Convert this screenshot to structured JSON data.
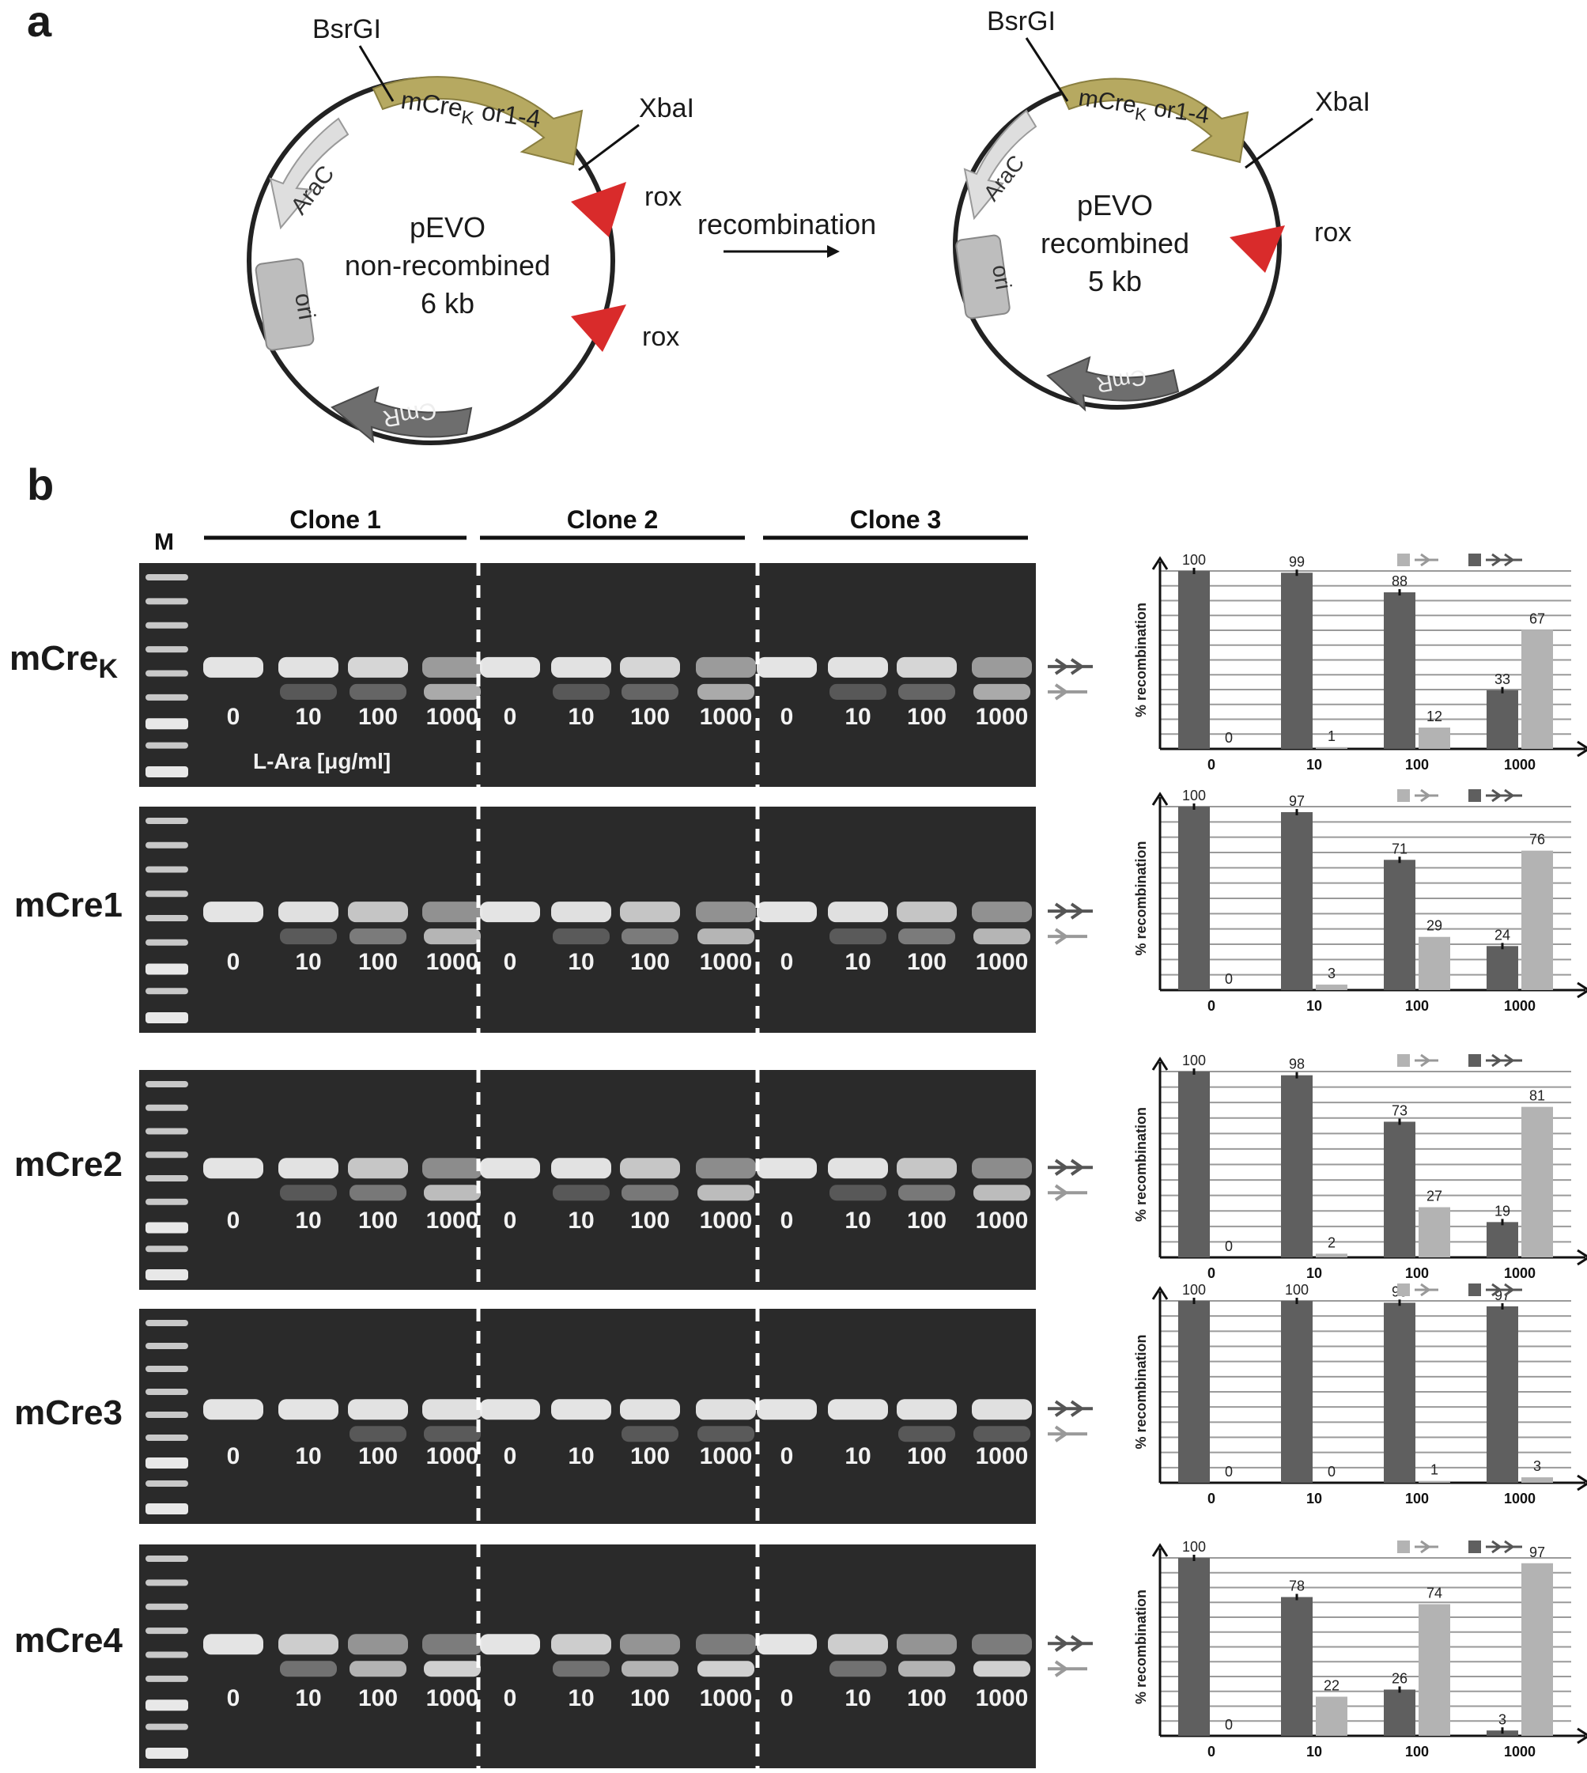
{
  "panel_a": {
    "letter": "a",
    "arrow_label": "recombination",
    "plasmid_left": {
      "name": "pEVO",
      "state": "non-recombined",
      "size": "6 kb",
      "site_5": "BsrGI",
      "site_3": "XbaI",
      "gene_main_prefix": "mCre",
      "gene_main_sub": "K",
      "gene_main_suffix": " or1-4",
      "araC": "AraC",
      "ori": "ori",
      "cmr": "CmR",
      "rox1": "rox",
      "rox2": "rox"
    },
    "plasmid_right": {
      "name": "pEVO",
      "state": "recombined",
      "size": "5 kb",
      "site_5": "BsrGI",
      "site_3": "XbaI",
      "gene_main_prefix": "mCre",
      "gene_main_sub": "K",
      "gene_main_suffix": " or1-4",
      "araC": "AraC",
      "ori": "ori",
      "cmr": "CmR",
      "rox1": "rox"
    },
    "colors": {
      "gene": "#b6a961",
      "araC": "#d9d9d9",
      "ori": "#bdbdbd",
      "cmr": "#6e6e6e",
      "rox": "#d92b2b"
    }
  },
  "panel_b": {
    "letter": "b",
    "marker_label": "M",
    "clones": [
      "Clone 1",
      "Clone 2",
      "Clone 3"
    ],
    "lane_labels": [
      "0",
      "10",
      "100",
      "1000"
    ],
    "concentration_label": "L-Ara [μg/ml]",
    "rows": [
      {
        "label_prefix": "mCre",
        "label_sub": "K"
      },
      {
        "label_prefix": "mCre1",
        "label_sub": ""
      },
      {
        "label_prefix": "mCre2",
        "label_sub": ""
      },
      {
        "label_prefix": "mCre3",
        "label_sub": ""
      },
      {
        "label_prefix": "mCre4",
        "label_sub": ""
      }
    ],
    "colors": {
      "non_recombined": "#5f5f5f",
      "recombined": "#b3b3b3"
    }
  },
  "chart_data": [
    {
      "type": "bar",
      "ylabel": "% recombination",
      "categories": [
        "0",
        "10",
        "100",
        "1000"
      ],
      "series": [
        {
          "values": [
            100,
            99,
            88,
            33
          ]
        },
        {
          "values": [
            0,
            1,
            12,
            67
          ]
        }
      ]
    },
    {
      "type": "bar",
      "ylabel": "% recombination",
      "categories": [
        "0",
        "10",
        "100",
        "1000"
      ],
      "series": [
        {
          "values": [
            100,
            97,
            71,
            24
          ]
        },
        {
          "values": [
            0,
            3,
            29,
            76
          ]
        }
      ]
    },
    {
      "type": "bar",
      "ylabel": "% recombination",
      "categories": [
        "0",
        "10",
        "100",
        "1000"
      ],
      "series": [
        {
          "values": [
            100,
            98,
            73,
            19
          ]
        },
        {
          "values": [
            0,
            2,
            27,
            81
          ]
        }
      ]
    },
    {
      "type": "bar",
      "ylabel": "% recombination",
      "categories": [
        "0",
        "10",
        "100",
        "1000"
      ],
      "series": [
        {
          "values": [
            100,
            100,
            99,
            97
          ]
        },
        {
          "values": [
            0,
            0,
            1,
            3
          ]
        }
      ]
    },
    {
      "type": "bar",
      "ylabel": "% recombination",
      "categories": [
        "0",
        "10",
        "100",
        "1000"
      ],
      "series": [
        {
          "values": [
            100,
            78,
            26,
            3
          ]
        },
        {
          "values": [
            0,
            22,
            74,
            97
          ]
        }
      ]
    }
  ]
}
